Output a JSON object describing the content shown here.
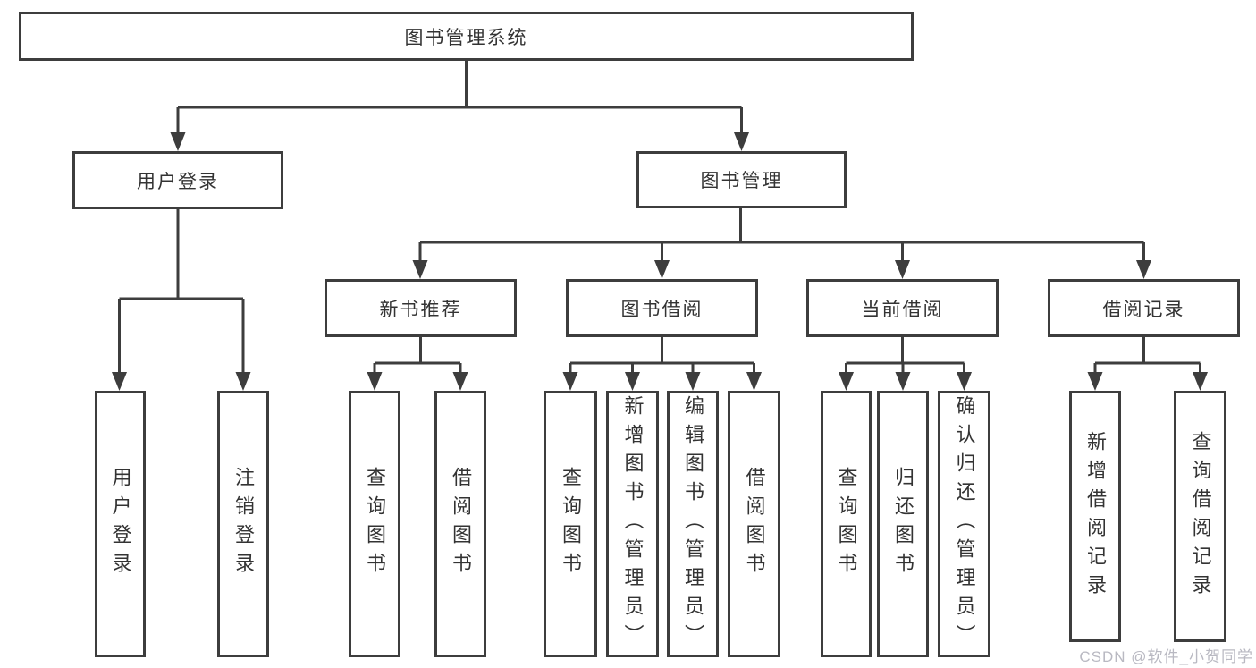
{
  "diagram": {
    "root": {
      "label": "图书管理系统"
    },
    "branches": [
      {
        "label": "用户登录",
        "children": [
          {
            "label": "用户登录"
          },
          {
            "label": "注销登录"
          }
        ]
      },
      {
        "label": "图书管理",
        "groups": [
          {
            "label": "新书推荐",
            "children": [
              {
                "label": "查询图书"
              },
              {
                "label": "借阅图书"
              }
            ]
          },
          {
            "label": "图书借阅",
            "children": [
              {
                "label": "查询图书"
              },
              {
                "label": "新增图书（管理员）"
              },
              {
                "label": "编辑图书（管理员）"
              },
              {
                "label": "借阅图书"
              }
            ]
          },
          {
            "label": "当前借阅",
            "children": [
              {
                "label": "查询图书"
              },
              {
                "label": "归还图书"
              },
              {
                "label": "确认归还（管理员）"
              }
            ]
          },
          {
            "label": "借阅记录",
            "children": [
              {
                "label": "新增借阅记录"
              },
              {
                "label": "查询借阅记录"
              }
            ]
          }
        ]
      }
    ]
  },
  "watermark": {
    "text": "CSDN @软件_小贺同学"
  },
  "colors": {
    "line": "#3d3d3d",
    "text": "#333333",
    "watermark": "#b9b9c2"
  }
}
